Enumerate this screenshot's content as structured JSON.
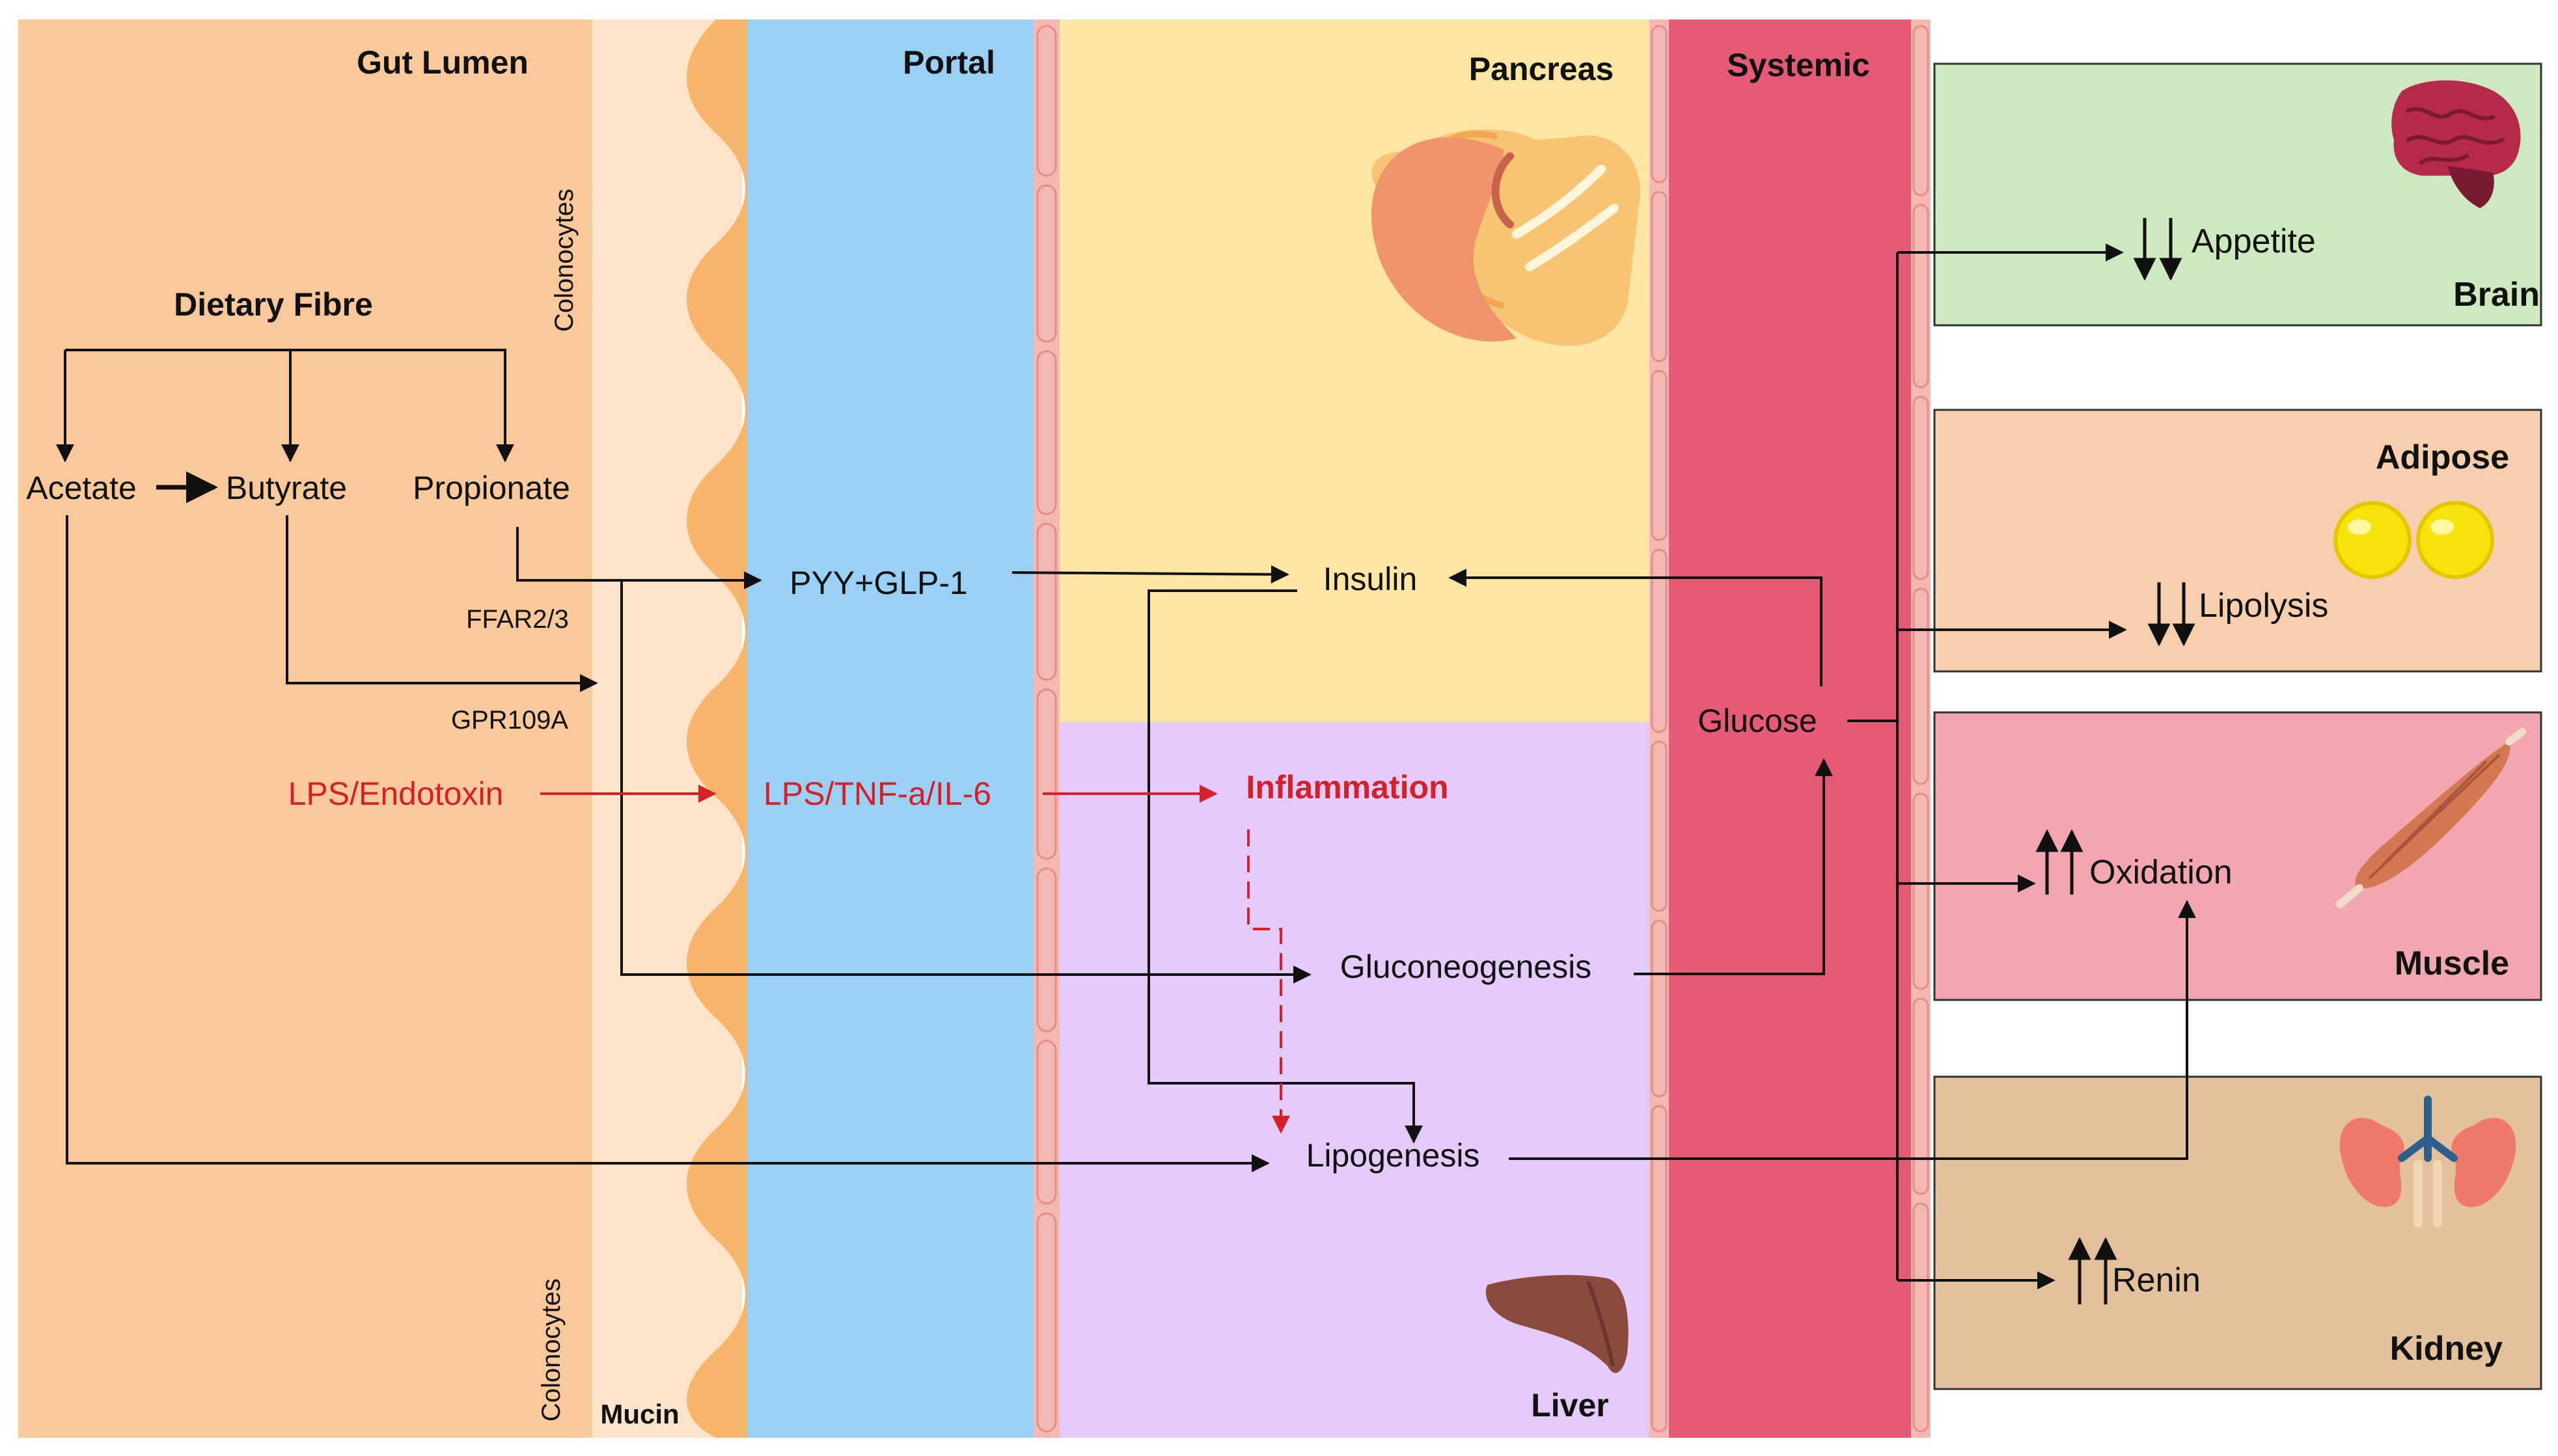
{
  "regions": {
    "gut_lumen": "Gut Lumen",
    "colonocytes_top": "Colonocytes",
    "colonocytes_bottom": "Colonocytes",
    "mucin": "Mucin",
    "portal": "Portal",
    "pancreas": "Pancreas",
    "liver": "Liver",
    "systemic": "Systemic"
  },
  "nodes": {
    "dietary_fibre": "Dietary Fibre",
    "acetate": "Acetate",
    "butyrate": "Butyrate",
    "propionate": "Propionate",
    "ffar": "FFAR2/3",
    "gpr": "GPR109A",
    "lps_endotoxin": "LPS/Endotoxin",
    "pyy_glp1": "PYY+GLP-1",
    "lps_tnf_il6": "LPS/TNF-a/IL-6",
    "insulin": "Insulin",
    "inflammation": "Inflammation",
    "gluconeogenesis": "Gluconeogenesis",
    "lipogenesis": "Lipogenesis",
    "glucose": "Glucose"
  },
  "organs": {
    "brain": {
      "name": "Brain",
      "effect": "Appetite",
      "direction": "down"
    },
    "adipose": {
      "name": "Adipose",
      "effect": "Lipolysis",
      "direction": "down"
    },
    "muscle": {
      "name": "Muscle",
      "effect": "Oxidation",
      "direction": "up"
    },
    "kidney": {
      "name": "Kidney",
      "effect": "Renin",
      "direction": "up"
    }
  },
  "colors": {
    "gut": "#f9c89b",
    "mucosa": "#fde3c8",
    "wave": "#f6b56b",
    "portal": "#99d0f3",
    "pancreas": "#fde6a4",
    "liver": "#e4cbfb",
    "systemic": "#e55a75",
    "vessel_wall": "#f2a7a4",
    "brain_box": "#cde9c0",
    "adipose_box": "#f7cfae",
    "muscle_box": "#f1a6b0",
    "kidney_box": "#e3c19d",
    "red_text": "#d42026"
  },
  "icons": [
    "pancreas-icon",
    "liver-icon",
    "brain-icon",
    "fat-cells-icon",
    "muscle-icon",
    "kidneys-icon"
  ]
}
